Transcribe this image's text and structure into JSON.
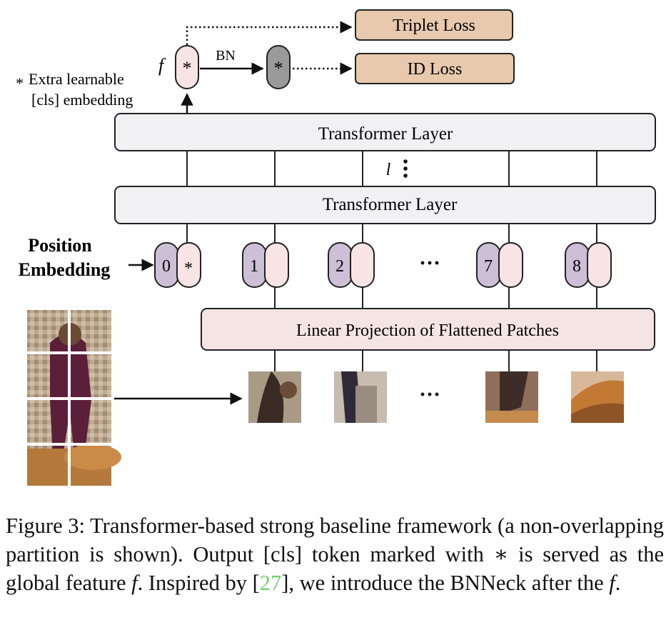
{
  "loss_heads": {
    "triplet_loss": "Triplet Loss",
    "id_loss": "ID Loss",
    "feature_symbol": "f",
    "bn_label": "BN",
    "cls_symbol": "*",
    "cls_legend_star": "*",
    "cls_legend_line1": "Extra learnable",
    "cls_legend_line2": "[cls] embedding"
  },
  "transformer": {
    "top_layer": "Transformer Layer",
    "bottom_layer": "Transformer Layer",
    "depth_symbol": "l",
    "vdots": "⋮"
  },
  "position_embedding": {
    "label_line1": "Position",
    "label_line2": "Embedding",
    "tokens": [
      {
        "index": "0",
        "content": "*"
      },
      {
        "index": "1",
        "content": ""
      },
      {
        "index": "2",
        "content": ""
      },
      {
        "index": "7",
        "content": ""
      },
      {
        "index": "8",
        "content": ""
      }
    ],
    "ellipsis": "···"
  },
  "projection": {
    "label": "Linear Projection of Flattened Patches",
    "patch_ellipsis": "···"
  },
  "caption": {
    "part1": "Figure 3:  Transformer-based strong baseline framework (a non-overlapping partition is shown). Output [cls] token marked with ∗ is served as the global feature ",
    "f1": "f",
    "part2": ".  Inspired by [",
    "ref": "27",
    "part3": "], we introduce the BNNeck after the ",
    "f2": "f",
    "part4": "."
  },
  "colors": {
    "loss_box": "#e8c9ae",
    "layer_box": "#f1f1f3",
    "projection_box": "#f5e4e4",
    "token_index": "#cdbfd6",
    "token_content": "#f8e4e4",
    "bn_token": "#9a9a9a",
    "ref_green": "#6ed36a"
  }
}
